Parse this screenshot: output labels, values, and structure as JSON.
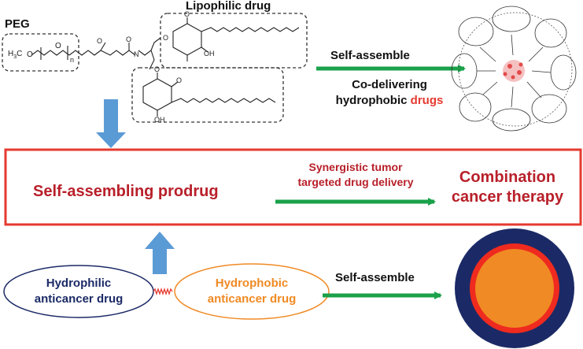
{
  "top": {
    "peg_label": "PEG",
    "lipophilic_label": "Lipophilic drug",
    "peg_formula": {
      "h3c": "H",
      "h3c_sub": "3",
      "c": "C",
      "o1": "O",
      "o2": "O",
      "n": "n"
    },
    "struct_atoms": {
      "o_ester": "O",
      "nh": "N",
      "o_carbonyl": "O",
      "o_quinone_top": "O",
      "o_ring1": "O",
      "oh1": "OH",
      "o_ring2_top": "O",
      "o_ring2_side": "O",
      "oh2": "OH"
    },
    "arrow_text_1": "Self-assemble",
    "arrow_text_2_line1": "Co-delivering",
    "arrow_text_2_line2_a": "hydrophobic ",
    "arrow_text_2_line2_b": "drugs"
  },
  "middle": {
    "main_label": "Self-assembling prodrug",
    "arrow_label_line1": "Synergistic tumor",
    "arrow_label_line2": "targeted drug delivery",
    "result_line1": "Combination",
    "result_line2": "cancer therapy"
  },
  "bottom": {
    "hydrophilic_line1": "Hydrophilic",
    "hydrophilic_line2": "anticancer drug",
    "hydrophobic_line1": "Hydrophobic",
    "hydrophobic_line2": "anticancer drug",
    "arrow_label": "Self-assemble"
  },
  "colors": {
    "dark_red": "#b8202a",
    "green": "#1aa14a",
    "blue_arrow": "#5b9bd5",
    "navy": "#1b2a66",
    "orange": "#f08a24",
    "bright_red": "#ef2a1f",
    "black": "#111111"
  }
}
